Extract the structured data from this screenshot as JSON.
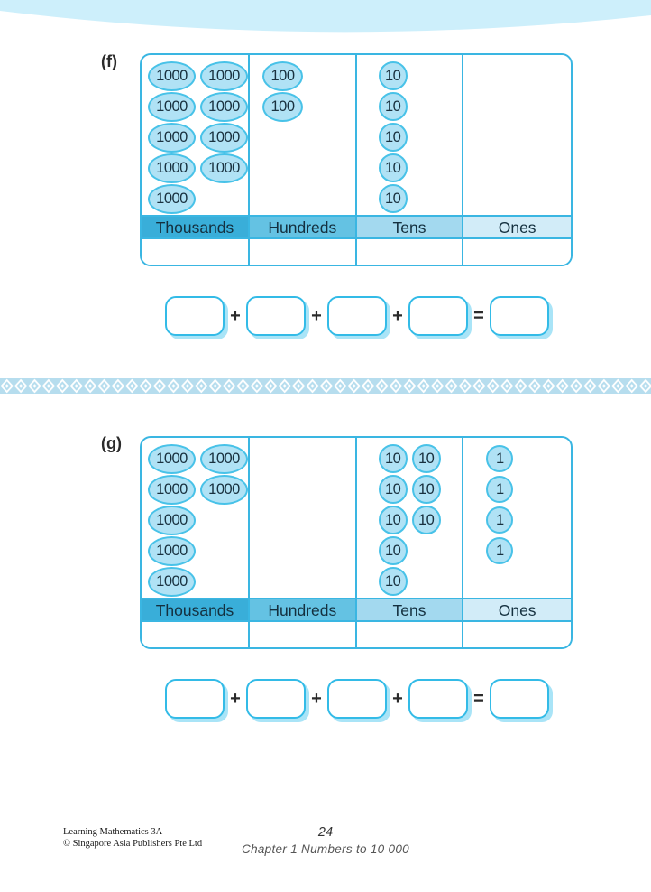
{
  "footer": {
    "book_title": "Learning Mathematics 3A",
    "copyright": "© Singapore Asia Publishers Pte Ltd",
    "page_number": "24",
    "chapter": "Chapter 1  Numbers to 10 000"
  },
  "colors": {
    "accent_border": "#3ab6e2",
    "disc_fill": "#b0e2f5",
    "disc_border": "#48c2e8",
    "header_thousands": "#39aed9",
    "header_hundreds": "#64c2e3",
    "header_tens": "#a3d9ef",
    "header_ones": "#d2ecf8",
    "top_curve": "#cdeffb",
    "divider_band": "#b6ddee",
    "box_shadow": "#a9e4f7"
  },
  "exercises": [
    {
      "label": "(f)",
      "columns": [
        {
          "header": "Thousands",
          "disc_label": "1000",
          "disc_count": 9,
          "rows": [
            2,
            2,
            2,
            2,
            1
          ]
        },
        {
          "header": "Hundreds",
          "disc_label": "100",
          "disc_count": 2,
          "rows": [
            1,
            1
          ]
        },
        {
          "header": "Tens",
          "disc_label": "10",
          "disc_count": 5,
          "rows": [
            1,
            1,
            1,
            1,
            1
          ]
        },
        {
          "header": "Ones",
          "disc_label": "1",
          "disc_count": 0,
          "rows": []
        }
      ],
      "equation": {
        "boxes": 5,
        "operators": [
          "+",
          "+",
          "+",
          "="
        ]
      }
    },
    {
      "label": "(g)",
      "columns": [
        {
          "header": "Thousands",
          "disc_label": "1000",
          "disc_count": 7,
          "rows": [
            2,
            2,
            1,
            1,
            1
          ]
        },
        {
          "header": "Hundreds",
          "disc_label": "100",
          "disc_count": 0,
          "rows": []
        },
        {
          "header": "Tens",
          "disc_label": "10",
          "disc_count": 8,
          "rows": [
            2,
            2,
            2,
            1,
            1
          ]
        },
        {
          "header": "Ones",
          "disc_label": "1",
          "disc_count": 4,
          "rows": [
            1,
            1,
            1,
            1
          ]
        }
      ],
      "equation": {
        "boxes": 5,
        "operators": [
          "+",
          "+",
          "+",
          "="
        ]
      }
    }
  ]
}
